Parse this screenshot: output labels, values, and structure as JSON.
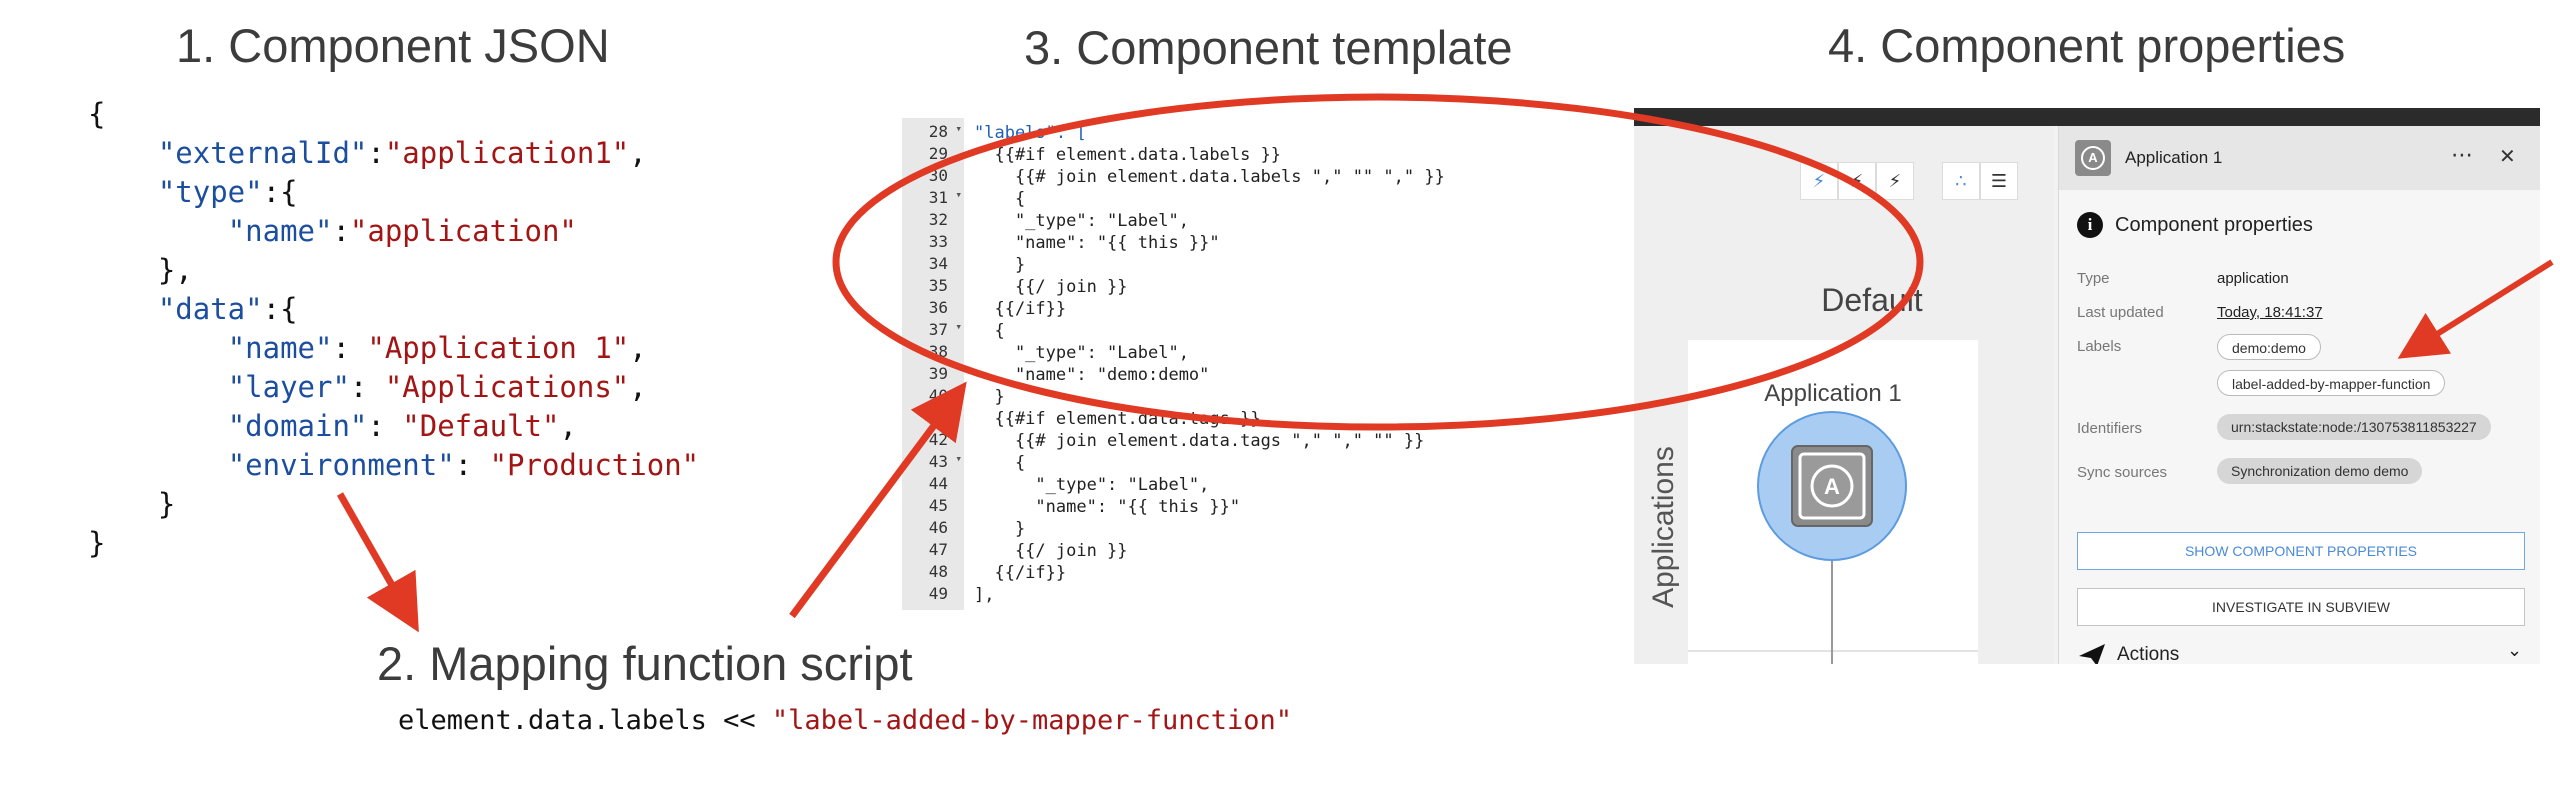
{
  "headings": {
    "h1": "1. Component JSON",
    "h2": "2. Mapping function script",
    "h3": "3. Component template",
    "h4": "4. Component properties"
  },
  "json_lines": [
    [
      "{",
      "",
      "",
      "",
      ""
    ],
    [
      "    ",
      "\"externalId\"",
      ":",
      "\"application1\"",
      ","
    ],
    [
      "    ",
      "\"type\"",
      ":{",
      "",
      ""
    ],
    [
      "        ",
      "\"name\"",
      ":",
      "\"application\"",
      ""
    ],
    [
      "    },",
      "",
      "",
      "",
      ""
    ],
    [
      "    ",
      "\"data\"",
      ":{",
      "",
      ""
    ],
    [
      "        ",
      "\"name\"",
      ": ",
      "\"Application 1\"",
      ","
    ],
    [
      "        ",
      "\"layer\"",
      ": ",
      "\"Applications\"",
      ","
    ],
    [
      "        ",
      "\"domain\"",
      ": ",
      "\"Default\"",
      ","
    ],
    [
      "        ",
      "\"environment\"",
      ": ",
      "\"Production\"",
      ""
    ],
    [
      "    }",
      "",
      "",
      "",
      ""
    ],
    [
      "}",
      "",
      "",
      "",
      ""
    ]
  ],
  "script": {
    "code": "element.data.labels << ",
    "string": "\"label-added-by-mapper-function\""
  },
  "template": {
    "lines": [
      {
        "n": "28",
        "fold": true,
        "text": "\"labels\": [",
        "blue": true
      },
      {
        "n": "29",
        "fold": false,
        "text": "  {{#if element.data.labels }}",
        "blue": false
      },
      {
        "n": "30",
        "fold": false,
        "text": "    {{# join element.data.labels \",\" \"\" \",\" }}",
        "blue": false
      },
      {
        "n": "31",
        "fold": true,
        "text": "    {",
        "blue": false
      },
      {
        "n": "32",
        "fold": false,
        "text": "    \"_type\": \"Label\",",
        "blue": false
      },
      {
        "n": "33",
        "fold": false,
        "text": "    \"name\": \"{{ this }}\"",
        "blue": false
      },
      {
        "n": "34",
        "fold": false,
        "text": "    }",
        "blue": false
      },
      {
        "n": "35",
        "fold": false,
        "text": "    {{/ join }}",
        "blue": false
      },
      {
        "n": "36",
        "fold": false,
        "text": "  {{/if}}",
        "blue": false
      },
      {
        "n": "37",
        "fold": true,
        "text": "  {",
        "blue": false
      },
      {
        "n": "38",
        "fold": false,
        "text": "    \"_type\": \"Label\",",
        "blue": false
      },
      {
        "n": "39",
        "fold": false,
        "text": "    \"name\": \"demo:demo\"",
        "blue": false
      },
      {
        "n": "40",
        "fold": false,
        "text": "  }",
        "blue": false
      },
      {
        "n": "41",
        "fold": false,
        "text": "  {{#if element.data.tags }}",
        "blue": false
      },
      {
        "n": "42",
        "fold": false,
        "text": "    {{# join element.data.tags \",\" \",\" \"\" }}",
        "blue": false
      },
      {
        "n": "43",
        "fold": true,
        "text": "    {",
        "blue": false
      },
      {
        "n": "44",
        "fold": false,
        "text": "      \"_type\": \"Label\",",
        "blue": false
      },
      {
        "n": "45",
        "fold": false,
        "text": "      \"name\": \"{{ this }}\"",
        "blue": false
      },
      {
        "n": "46",
        "fold": false,
        "text": "    }",
        "blue": false
      },
      {
        "n": "47",
        "fold": false,
        "text": "    {{/ join }}",
        "blue": false
      },
      {
        "n": "48",
        "fold": false,
        "text": "  {{/if}}",
        "blue": false
      },
      {
        "n": "49",
        "fold": false,
        "text": "],",
        "blue": false
      }
    ]
  },
  "ui": {
    "canvas_domain": "Default",
    "canvas_layer": "Applications",
    "node_label": "Application 1",
    "node_icon_letter": "A",
    "panel_title": "Application 1",
    "panel_more": "⋯",
    "panel_close": "✕",
    "section_title": "Component properties",
    "props": {
      "type_label": "Type",
      "type_value": "application",
      "updated_label": "Last updated",
      "updated_value": "Today, 18:41:37",
      "labels_label": "Labels",
      "label1": "demo:demo",
      "label2": "label-added-by-mapper-function",
      "identifiers_label": "Identifiers",
      "identifier": "urn:stackstate:node:/130753811853227",
      "sync_label": "Sync sources",
      "sync_value": "Synchronization demo demo"
    },
    "show_props_button": "SHOW COMPONENT PROPERTIES",
    "investigate_button": "INVESTIGATE IN SUBVIEW",
    "actions_label": "Actions"
  },
  "colors": {
    "annotation_red": "#e03a24",
    "json_key": "#1c4ea0",
    "json_string": "#a31515",
    "node_fill": "#a9cdf2",
    "accent_blue": "#4a8ad8"
  }
}
